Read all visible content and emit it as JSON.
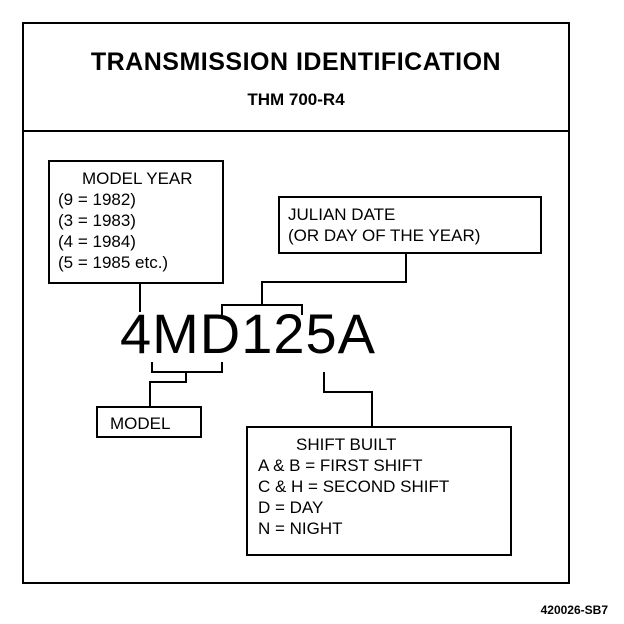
{
  "header": {
    "title": "TRANSMISSION IDENTIFICATION",
    "subtitle": "THM 700-R4"
  },
  "code": "4MD125A",
  "model_year_box": {
    "lines": [
      "MODEL YEAR",
      "(9 = 1982)",
      "(3 = 1983)",
      "(4 = 1984)",
      "(5 = 1985 etc.)"
    ]
  },
  "julian_box": {
    "lines": [
      "JULIAN DATE",
      "(OR DAY OF THE YEAR)"
    ]
  },
  "model_box": {
    "label": "MODEL"
  },
  "shift_box": {
    "lines": [
      "SHIFT BUILT",
      "A & B = FIRST SHIFT",
      "C & H = SECOND SHIFT",
      "D  =  DAY",
      "N  =  NIGHT"
    ]
  },
  "reference": "420026-SB7"
}
